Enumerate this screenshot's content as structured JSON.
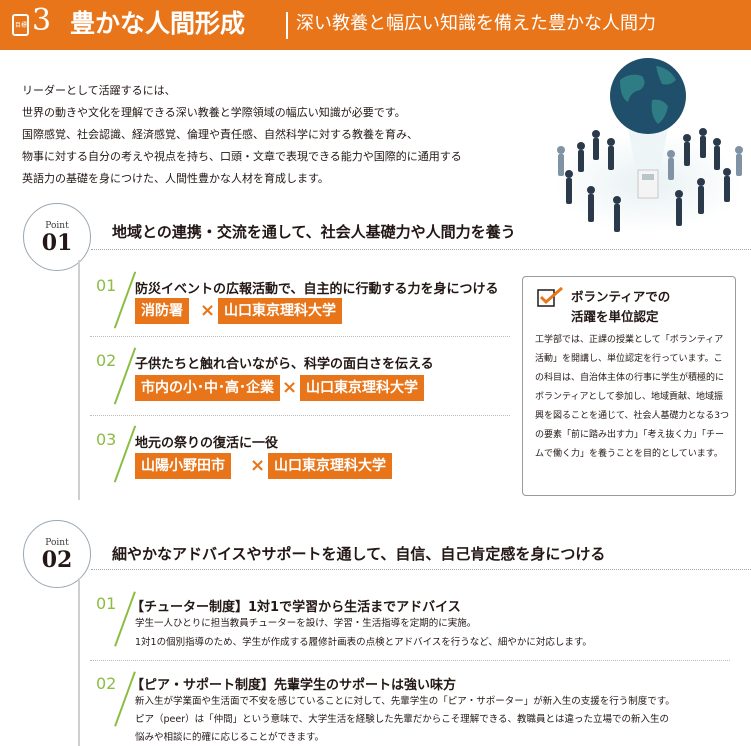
{
  "header": {
    "badge": "目標",
    "number": "3",
    "title": "豊かな人間形成",
    "subtitle": "深い教養と幅広い知識を備えた豊かな人間力"
  },
  "intro": [
    "リーダーとして活躍するには、",
    "世界の動きや文化を理解できる深い教養と学際領域の幅広い知識が必要です。",
    "国際感覚、社会認識、経済感覚、倫理や責任感、自然科学に対する教養を育み、",
    "物事に対する自分の考えや視点を持ち、口頭・文章で表現できる能力や国際的に通用する",
    "英語力の基礎を身につけた、人間性豊かな人材を育成します。"
  ],
  "point1": {
    "label": "Point",
    "number": "01",
    "title": "地域との連携・交流を通して、社会人基礎力や人間力を養う",
    "items": [
      {
        "num": "01",
        "head": "防災イベントの広報活動で、自主的に行動する力を身につける",
        "tag1": "消防署",
        "cross": "×",
        "tag2": "山口東京理科大学"
      },
      {
        "num": "02",
        "head": "子供たちと触れ合いながら、科学の面白さを伝える",
        "tag1": "市内の小･中･高･企業",
        "cross": "×",
        "tag2": "山口東京理科大学"
      },
      {
        "num": "03",
        "head": "地元の祭りの復活に一役",
        "tag1": "山陽小野田市",
        "cross": "×",
        "tag2": "山口東京理科大学"
      }
    ],
    "volunteer": {
      "title1": "ボランティアでの",
      "title2": "活躍を単位認定",
      "text": "工学部では、正課の授業として「ボランティア活動」を開講し、単位認定を行っています。この科目は、自治体主体の行事に学生が積極的にボランティアとして参加し、地域貢献、地域振興を図ることを通じて、社会人基礎力となる3つの要素「前に踏み出す力」「考え抜く力」「チームで働く力」を養うことを目的としています。"
    }
  },
  "point2": {
    "label": "Point",
    "number": "02",
    "title": "細やかなアドバイスやサポートを通して、自信、自己肯定感を身につける",
    "items": [
      {
        "num": "01",
        "head": "【チューター制度】1対1で学習から生活までアドバイス",
        "lines": [
          "学生一人ひとりに担当教員チューターを設け、学習・生活指導を定期的に実施。",
          "1対1の個別指導のため、学生が作成する履修計画表の点検とアドバイスを行うなど、細やかに対応します。"
        ]
      },
      {
        "num": "02",
        "head": "【ピア・サポート制度】先輩学生のサポートは強い味方",
        "lines": [
          "新入生が学業面や生活面で不安を感じていることに対して、先輩学生の「ピア・サポーター」が新入生の支援を行う制度です。",
          "ピア（peer）は「仲間」という意味で、大学生活を経験した先輩だからこそ理解できる、教職員とは違った立場での新入生の",
          "悩みや相談に的確に応じることができます。"
        ]
      }
    ]
  }
}
